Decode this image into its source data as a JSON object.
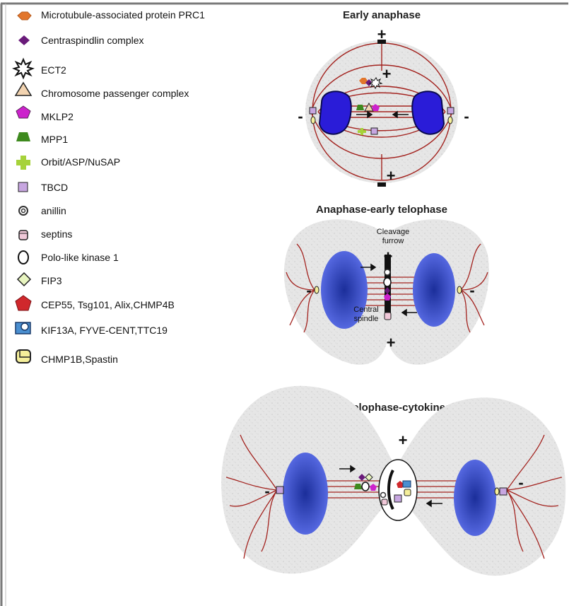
{
  "legend": [
    {
      "label": "Microtubule-associated protein PRC1",
      "icon": "orange-hexagon-icon",
      "color": "#e2762c"
    },
    {
      "label": "Centraspindlin complex",
      "icon": "purple-diamond-icon",
      "color": "#6a1b7a"
    },
    {
      "label": "ECT2",
      "icon": "starburst-icon",
      "color": "#ffffff"
    },
    {
      "label": "Chromosome passenger complex",
      "icon": "triangle-icon",
      "color": "#f2d3b0"
    },
    {
      "label": "MKLP2",
      "icon": "magenta-pentagon-icon",
      "color": "#cc22cc"
    },
    {
      "label": "MPP1",
      "icon": "green-trapezoid-icon",
      "color": "#3e8a1e"
    },
    {
      "label": "Orbit/ASP/NuSAP",
      "icon": "green-cross-icon",
      "color": "#a6d23a"
    },
    {
      "label": "TBCD",
      "icon": "lavender-square-icon",
      "color": "#c7a6e0"
    },
    {
      "label": "anillin",
      "icon": "ring-icon",
      "color": "#333333"
    },
    {
      "label": "septins",
      "icon": "pink-cylinder-icon",
      "color": "#f0c8d8"
    },
    {
      "label": "Polo-like kinase 1",
      "icon": "white-oval-icon",
      "color": "#ffffff"
    },
    {
      "label": "FIP3",
      "icon": "lightgreen-diamond-icon",
      "color": "#e8f5c0"
    },
    {
      "label": "CEP55, Tsg101, Alix,CHMP4B",
      "icon": "red-pentagon-icon",
      "color": "#d0282c"
    },
    {
      "label": "KIF13A, FYVE-CENT,TTC19",
      "icon": "blue-square-circle-icon",
      "color": "#4a8fd0"
    },
    {
      "label": "CHMP1B,Spastin",
      "icon": "yellow-rounded-square-icon",
      "color": "#f5ef9a"
    }
  ],
  "panels": {
    "early_anaphase": {
      "title": "Early anaphase"
    },
    "anaphase_early_telophase": {
      "title": "Anaphase-early telophase",
      "cleavage_label_1": "Cleavage",
      "cleavage_label_2": "furrow",
      "spindle_label_1": "Central",
      "spindle_label_2": "spindle"
    },
    "late_telophase": {
      "title": "Late telophase-cytokinesis"
    }
  },
  "signs": {
    "plus": "+",
    "minus": "-"
  },
  "colors": {
    "microtubule": "#a3231f",
    "chromatin": "#2a1cd8",
    "cytoplasm": "#e4e4e4"
  }
}
